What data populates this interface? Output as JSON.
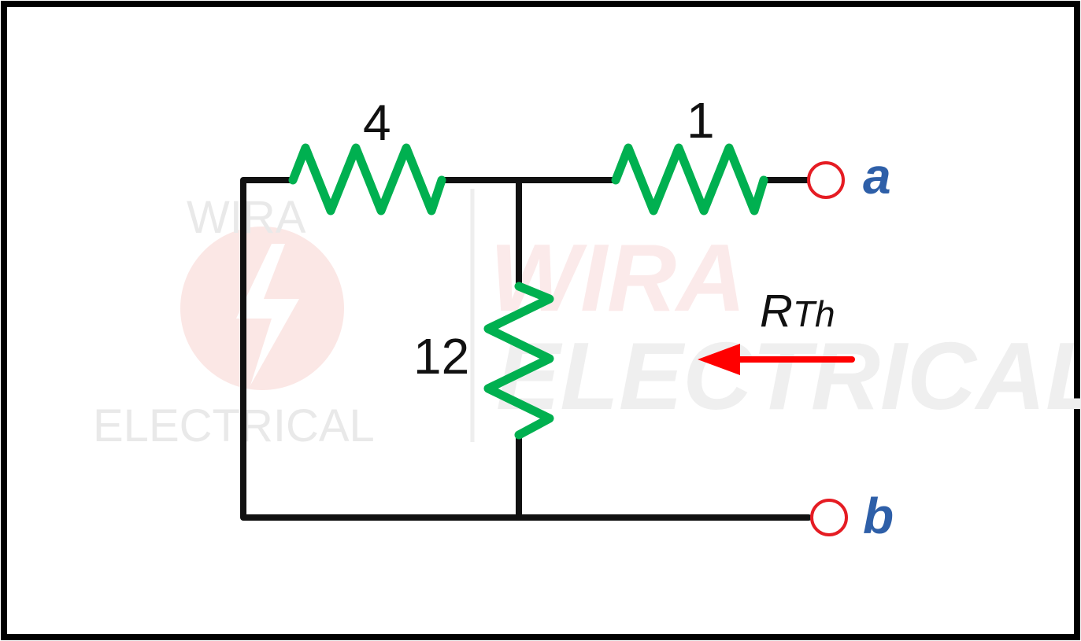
{
  "diagram": {
    "resistors": {
      "r_top_left": "4",
      "r_top_right": "1",
      "r_middle": "12"
    },
    "terminals": {
      "a": "a",
      "b": "b"
    },
    "thevenin": {
      "main": "R",
      "sub": "Th"
    },
    "watermark": {
      "left_top": "WIRA",
      "left_bottom": "ELECTRICAL",
      "right_top": "WIRA",
      "right_bottom": "ELECTRICAL"
    },
    "colors": {
      "wire": "#111111",
      "resistor": "#00b050",
      "terminal": "#e51c23",
      "terminal_label": "#2e5fa8",
      "arrow": "#ff0000",
      "border": "#000000"
    }
  }
}
